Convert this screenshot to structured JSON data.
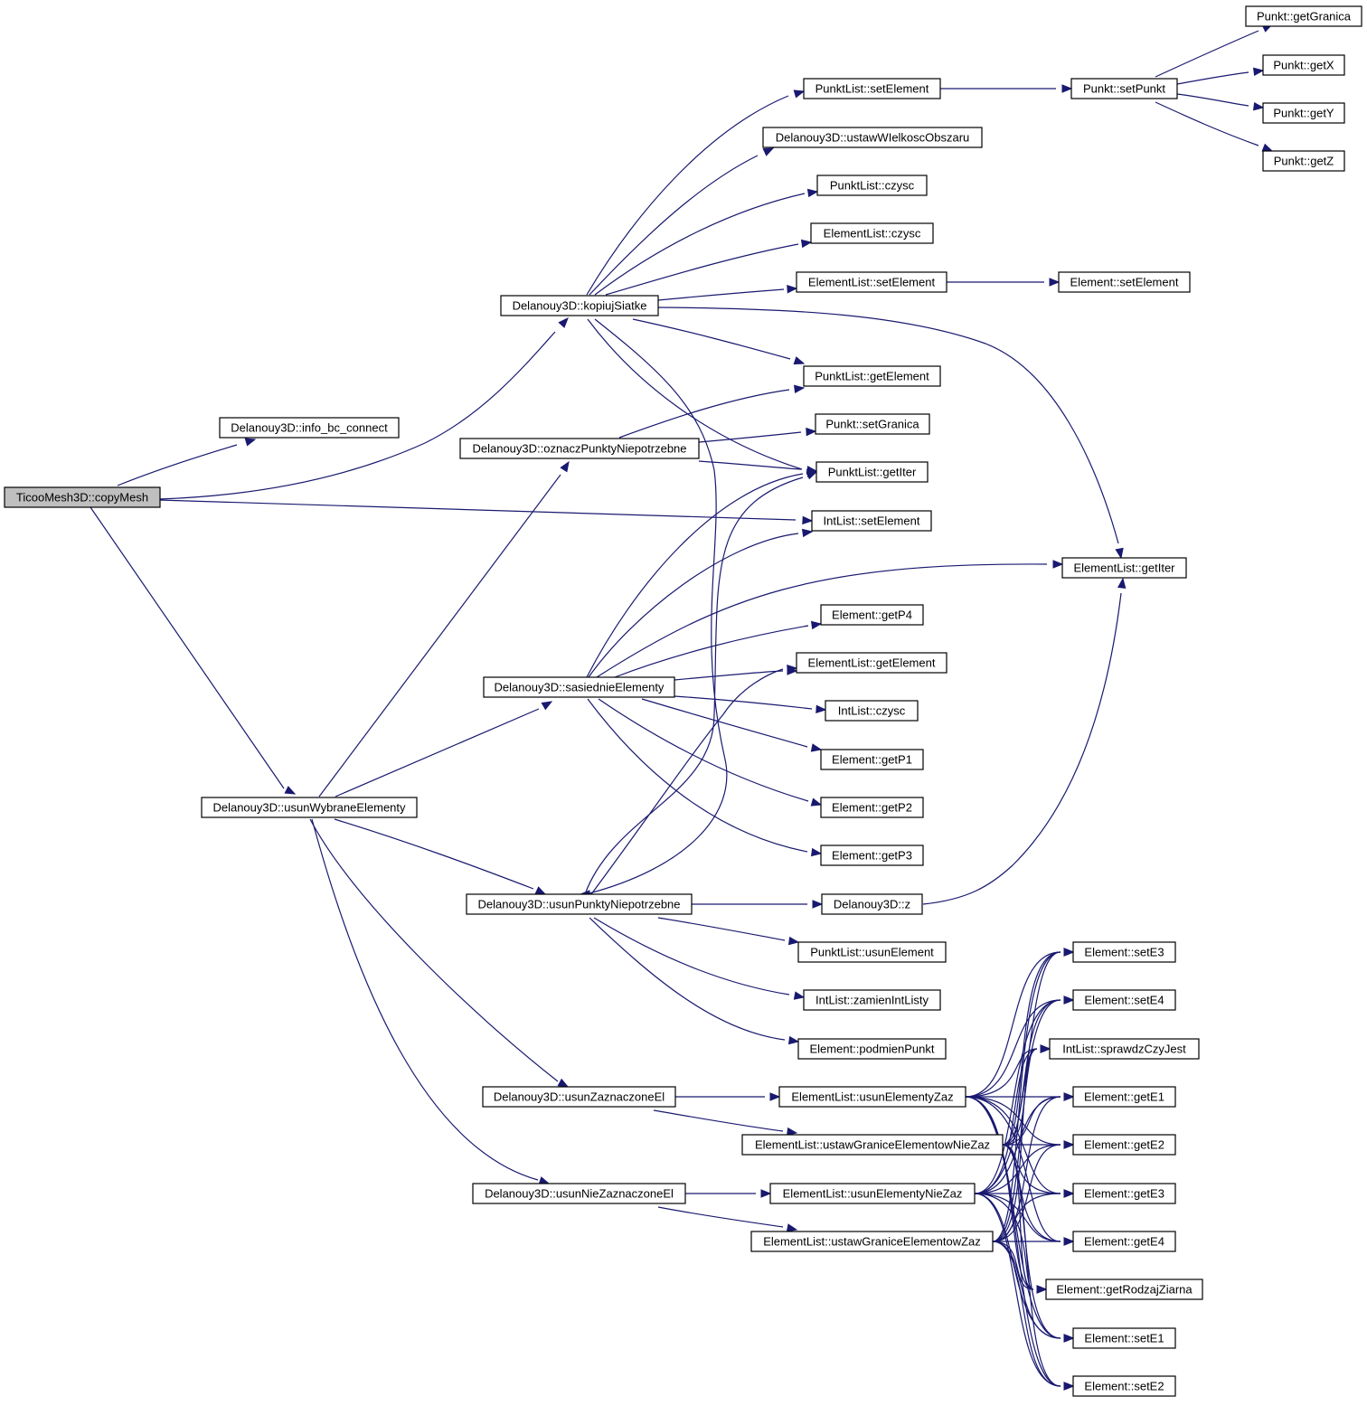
{
  "nodes": {
    "copyMesh": "TicooMesh3D::copyMesh",
    "info_bc_connect": "Delanouy3D::info_bc_connect",
    "kopiujSiatke": "Delanouy3D::kopiujSiatke",
    "oznaczPunktyNiepotrzebne": "Delanouy3D::oznaczPunktyNiepotrzebne",
    "usunWybraneElementy": "Delanouy3D::usunWybraneElementy",
    "sasiednieElementy": "Delanouy3D::sasiednieElementy",
    "usunPunktyNiepotrzebne": "Delanouy3D::usunPunktyNiepotrzebne",
    "usunZaznaczoneEl": "Delanouy3D::usunZaznaczoneEl",
    "usunNieZaznaczoneEl": "Delanouy3D::usunNieZaznaczoneEl",
    "PL_setElement": "PunktList::setElement",
    "ustawWIelkoscObszaru": "Delanouy3D::ustawWIelkoscObszaru",
    "PL_czysc": "PunktList::czysc",
    "EL_czysc": "ElementList::czysc",
    "EL_setElement": "ElementList::setElement",
    "PL_getElement": "PunktList::getElement",
    "P_setGranica": "Punkt::setGranica",
    "PL_getIter": "PunktList::getIter",
    "IL_setElement": "IntList::setElement",
    "E_getP4": "Element::getP4",
    "EL_getElement": "ElementList::getElement",
    "IL_czysc": "IntList::czysc",
    "E_getP1": "Element::getP1",
    "E_getP2": "Element::getP2",
    "E_getP3": "Element::getP3",
    "D_z": "Delanouy3D::z",
    "PL_usunElement": "PunktList::usunElement",
    "IL_zamienIntListy": "IntList::zamienIntListy",
    "E_podmienPunkt": "Element::podmienPunkt",
    "EL_usunElementyZaz": "ElementList::usunElementyZaz",
    "EL_ustawGraniceNieZaz": "ElementList::ustawGraniceElementowNieZaz",
    "EL_usunElementyNieZaz": "ElementList::usunElementyNieZaz",
    "EL_ustawGraniceZaz": "ElementList::ustawGraniceElementowZaz",
    "P_setPunkt": "Punkt::setPunkt",
    "E_setElement": "Element::setElement",
    "EL_getIter": "ElementList::getIter",
    "P_getGranica": "Punkt::getGranica",
    "P_getX": "Punkt::getX",
    "P_getY": "Punkt::getY",
    "P_getZ": "Punkt::getZ",
    "E_setE3": "Element::setE3",
    "E_setE4": "Element::setE4",
    "IL_sprawdzCzyJest": "IntList::sprawdzCzyJest",
    "E_getE1": "Element::getE1",
    "E_getE2": "Element::getE2",
    "E_getE3": "Element::getE3",
    "E_getE4": "Element::getE4",
    "E_getRodzajZiarna": "Element::getRodzajZiarna",
    "E_setE1": "Element::setE1",
    "E_setE2": "Element::setE2"
  },
  "root": "copyMesh",
  "colors": {
    "edge": "#191970",
    "root_fill": "#bfbfbf",
    "node_fill": "#ffffff",
    "node_border": "#000000"
  }
}
